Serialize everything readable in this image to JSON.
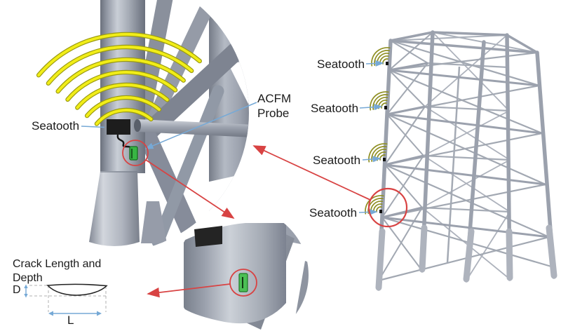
{
  "labels": {
    "seatooth_left": "Seatooth",
    "acfm_probe": "ACFM Probe",
    "jacket_sensors": [
      "Seatooth",
      "Seatooth",
      "Seatooth",
      "Seatooth"
    ],
    "crack_title_line1": "Crack Length and",
    "crack_title_line2": "Depth",
    "depth_symbol": "D",
    "length_symbol": "L"
  },
  "colors": {
    "signal_arcs_yellow": "#f1ed18",
    "signal_arcs_outline": "#9a9a10",
    "mini_arcs_olive": "#8f8f23",
    "annotation_red": "#d84343",
    "leader_blue": "#76a9d6",
    "crack_probe_green": "#38b544",
    "seatooth_device_black": "#1d1d1d",
    "metal_gray": "#a7acb6"
  },
  "icons": {
    "left_inset": "zoomed-joint-view",
    "mid_inset": "zoomed-crack-view",
    "signal": "wireless-signal-arcs",
    "sensor": "seatooth-sensor-dot"
  }
}
